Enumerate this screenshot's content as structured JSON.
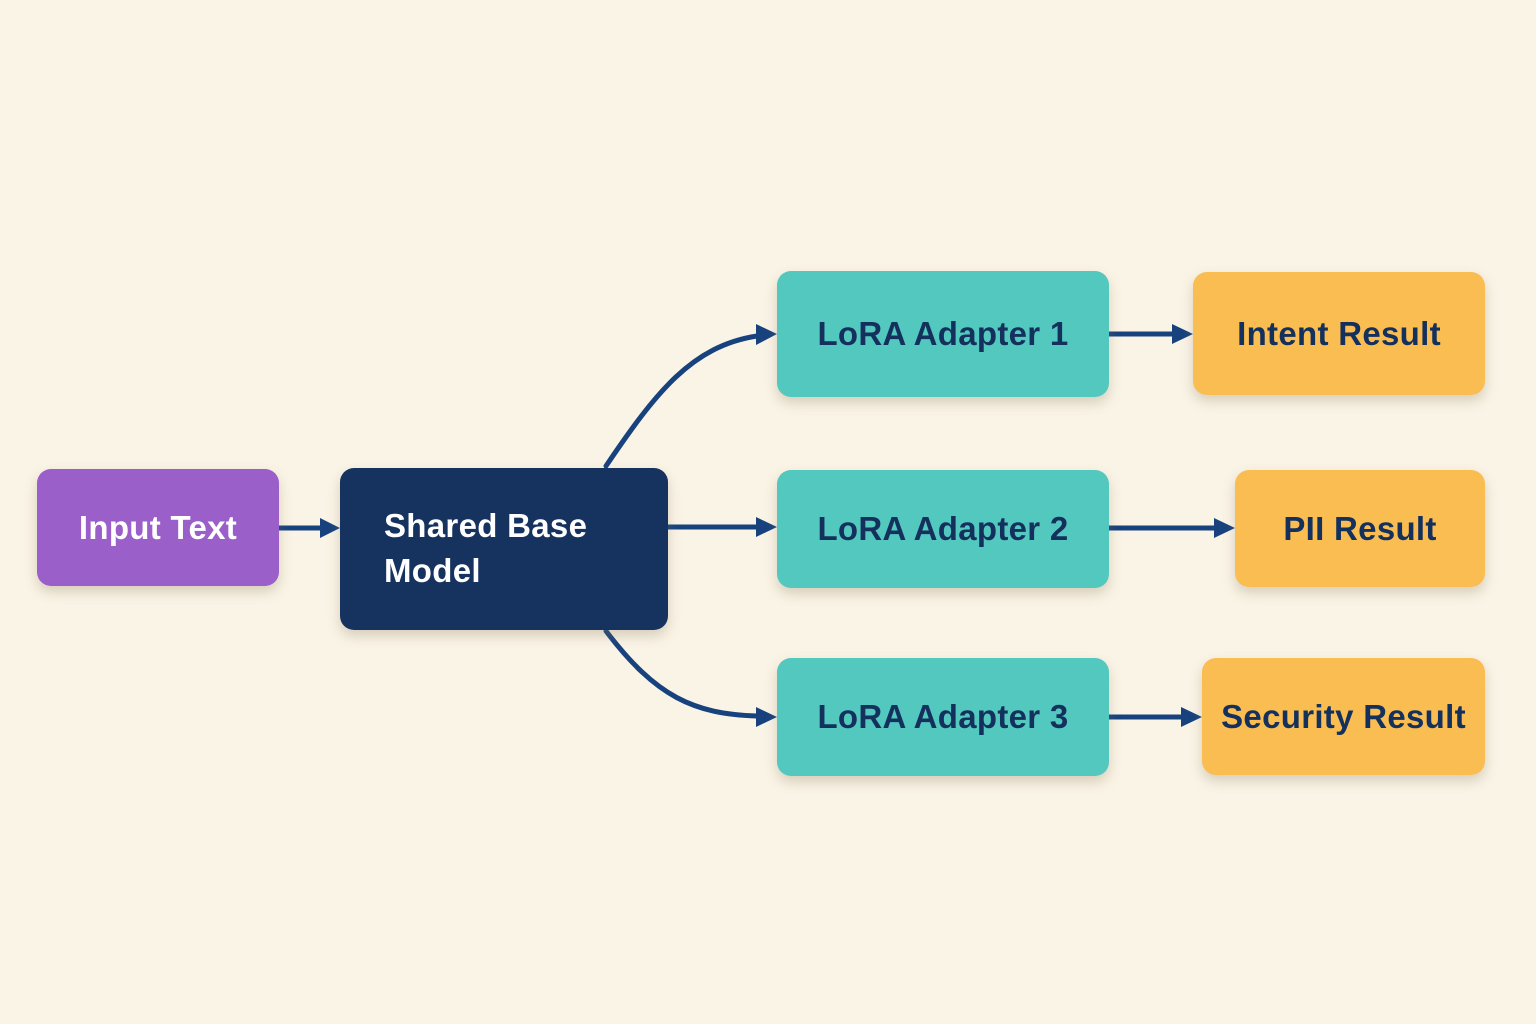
{
  "colors": {
    "background": "#FAF4E6",
    "purple": "#9B5FC9",
    "navy": "#16335F",
    "teal": "#52C8BE",
    "yellow": "#F9BD52",
    "arrow": "#17427E",
    "dark_text": "#14305C",
    "light_text": "#FFFFFF"
  },
  "diagram": {
    "nodes": {
      "input": {
        "label": "Input Text"
      },
      "base": {
        "label": "Shared Base Model"
      },
      "lora1": {
        "label": "LoRA Adapter 1"
      },
      "lora2": {
        "label": "LoRA Adapter 2"
      },
      "lora3": {
        "label": "LoRA Adapter 3"
      },
      "intent": {
        "label": "Intent Result"
      },
      "pii": {
        "label": "PII Result"
      },
      "security": {
        "label": "Security Result"
      }
    },
    "edges": [
      {
        "from": "input",
        "to": "base"
      },
      {
        "from": "base",
        "to": "lora1"
      },
      {
        "from": "base",
        "to": "lora2"
      },
      {
        "from": "base",
        "to": "lora3"
      },
      {
        "from": "lora1",
        "to": "intent"
      },
      {
        "from": "lora2",
        "to": "pii"
      },
      {
        "from": "lora3",
        "to": "security"
      }
    ]
  }
}
